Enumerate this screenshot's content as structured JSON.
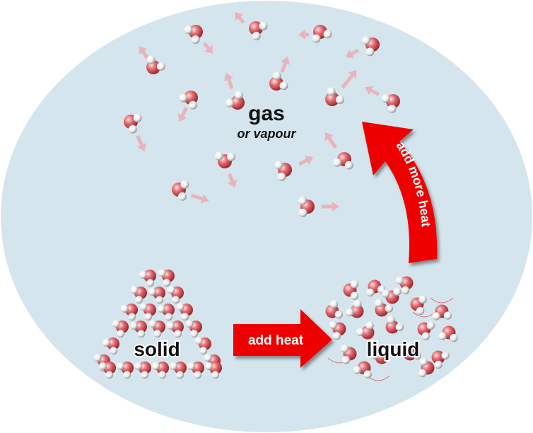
{
  "labels": {
    "gas": "gas",
    "gas_sub": "or vapour",
    "solid": "solid",
    "liquid": "liquid",
    "add_heat": "add heat",
    "add_more_heat": "add more heat"
  },
  "colors": {
    "background": "#d5e5ed",
    "arrow": "#ee0000",
    "oxygen": "#e0606a",
    "hydrogen": "#ffffff",
    "motion_arrow": "#e8b4bb"
  }
}
